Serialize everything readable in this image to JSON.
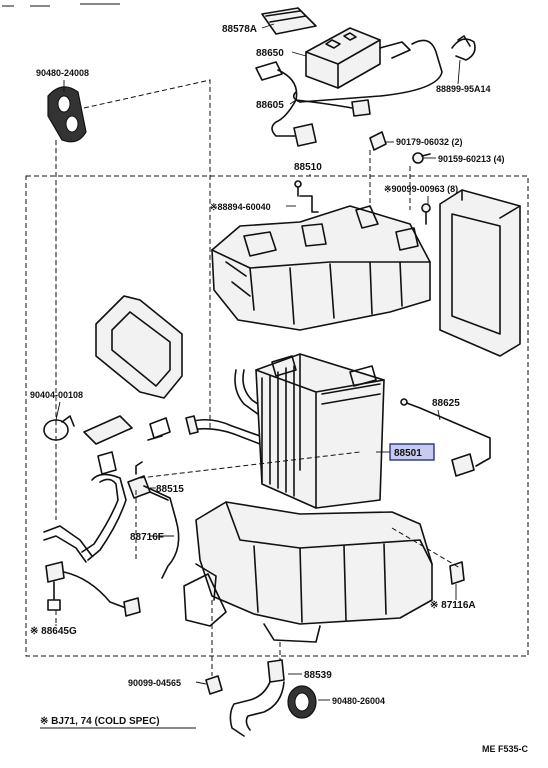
{
  "labels": {
    "p88578A": "88578A",
    "p88650": "88650",
    "p90480_24008": "90480-24008",
    "p88605": "88605",
    "p88899_95A14": "88899-95A14",
    "p90179_06032": "90179-06032 (2)",
    "p90159_60213": "90159-60213 (4)",
    "p88510": "88510",
    "p90099_00963": "※90099-00963 (8)",
    "p88894_60040": "※88894-60040",
    "p90404_00108": "90404-00108",
    "p88625": "88625",
    "p88501": "88501",
    "p88515": "88515",
    "p88716F": "88716F",
    "p87116A": "※ 87116A",
    "p88645G": "※ 88645G",
    "p90099_04565": "90099-04565",
    "p88539": "88539",
    "p90480_26004": "90480-26004"
  },
  "note": "※ BJ71, 74 (COLD SPEC)",
  "figure_code": "ME F535-C",
  "highlight_color": "#c8cbf0"
}
